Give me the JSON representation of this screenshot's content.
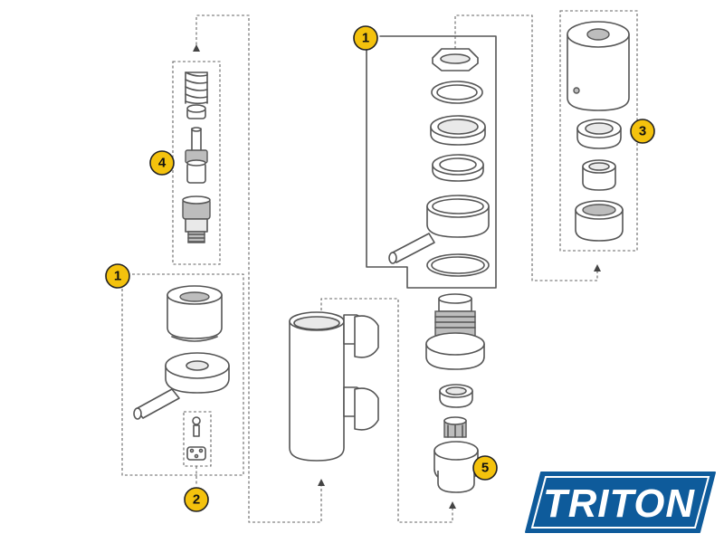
{
  "callouts": {
    "c1_left": "1",
    "c1_top": "1",
    "c2": "2",
    "c3": "3",
    "c4": "4",
    "c5": "5"
  },
  "logo": {
    "text": "TRITON",
    "color": "#0e5b9b"
  },
  "colors": {
    "callout_fill": "#f4c20d",
    "line": "#555555"
  }
}
